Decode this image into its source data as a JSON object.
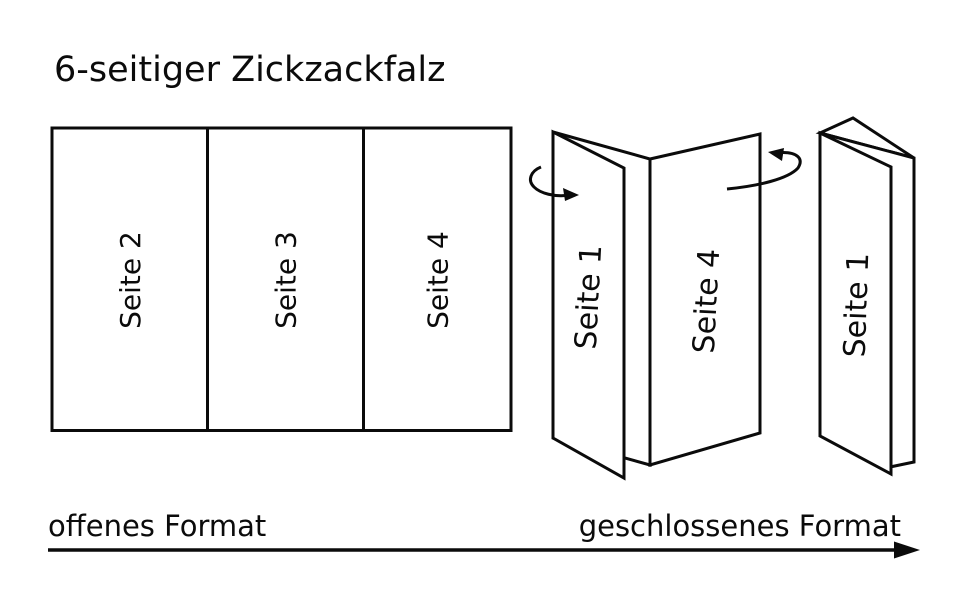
{
  "colors": {
    "ink": "#0b0b0b",
    "paper": "#ffffff"
  },
  "title": "6-seitiger Zickzackfalz",
  "open_format": {
    "panels": [
      {
        "label": "Seite 2"
      },
      {
        "label": "Seite 3"
      },
      {
        "label": "Seite 4"
      }
    ]
  },
  "half_folded": {
    "front_panel_label": "Seite 1",
    "right_panel_label": "Seite 4"
  },
  "closed_format": {
    "front_panel_label": "Seite 1"
  },
  "footer": {
    "open_label": "offenes Format",
    "closed_label": "geschlossenes Format"
  },
  "icons": {
    "left_fold_arrow": "curved-arrow-right",
    "right_fold_arrow": "curved-arrow-left",
    "format_axis_arrow": "arrow-right"
  }
}
